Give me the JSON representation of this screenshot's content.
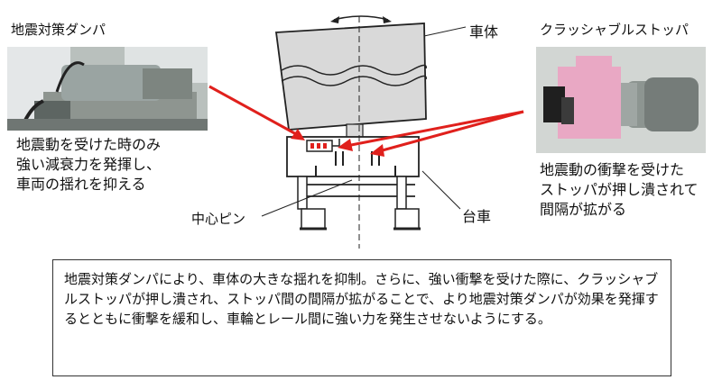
{
  "labels": {
    "damper_title": "地震対策ダンパ",
    "stopper_title": "クラッシャブルストッパ",
    "body": "車体",
    "bogie": "台車",
    "center_pin": "中心ピン"
  },
  "descriptions": {
    "damper": [
      "地震動を受けた時のみ",
      "強い減衰力を発揮し、",
      "車両の揺れを抑える"
    ],
    "stopper": [
      "地震動の衝撃を受けた",
      "ストッパが押し潰されて",
      "間隔が拡がる"
    ]
  },
  "caption": "地震対策ダンパにより、車体の大きな揺れを抑制。さらに、強い衝撃を受けた際に、クラッシャブルストッパが押し潰され、ストッパ間の間隔が拡がることで、より地震対策ダンパが効果を発揮するとともに衝撃を緩和し、車輪とレール間に強い力を発生させないようにする。",
  "colors": {
    "arrow": "#e0201c",
    "line": "#222222",
    "body_fill": "#d9d9d9",
    "stopper_pink": "#e9a8c4"
  }
}
